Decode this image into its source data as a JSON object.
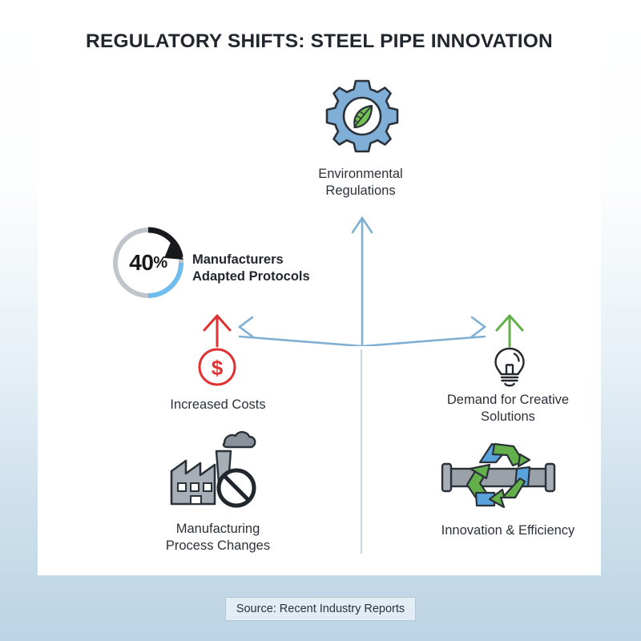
{
  "title": "REGULATORY SHIFTS: STEEL PIPE INNOVATION",
  "colors": {
    "connector_blue": "#7FB0D3",
    "cost_red": "#E03232",
    "growth_green": "#63B04A",
    "gear_blue": "#7FAED6",
    "leaf_green": "#72C152",
    "dark_ink": "#22272E",
    "pipe_gray": "#9AA1A8",
    "donut_track": "#BFC5CA",
    "donut_light_blue": "#6FBDEE",
    "card_bg": "#FFFFFF",
    "page_bg_bottom": "#BCD4E5"
  },
  "nodes": {
    "top": {
      "icon": "gear-leaf-icon",
      "label": "Environmental\nRegulations",
      "label_line1": "Environmental",
      "label_line2": "Regulations"
    },
    "left_cause": {
      "icon": "red-up-arrow-icon",
      "icon2": "dollar-circle-icon",
      "label": "Increased Costs"
    },
    "right_cause": {
      "icon": "green-up-arrow-icon",
      "icon2": "lightbulb-icon",
      "label_line1": "Demand for Creative",
      "label_line2": "Solutions"
    },
    "left_outcome": {
      "icon": "factory-prohibited-icon",
      "label_line1": "Manufacturing",
      "label_line2": "Process Changes"
    },
    "right_outcome": {
      "icon": "recycling-pipe-icon",
      "label": "Innovation & Efficiency"
    }
  },
  "stat": {
    "value": "40",
    "unit": "%",
    "percent_numeric": 40,
    "label_line1": "Manufacturers",
    "label_line2": "Adapted Protocols"
  },
  "footer": {
    "source": "Source: Recent Industry Reports"
  },
  "chart_data": {
    "type": "pie",
    "title": "Manufacturers Adapted Protocols",
    "categories": [
      "Adapted Protocols",
      "Remaining"
    ],
    "values": [
      40,
      60
    ],
    "unit": "%",
    "legend": "none"
  }
}
